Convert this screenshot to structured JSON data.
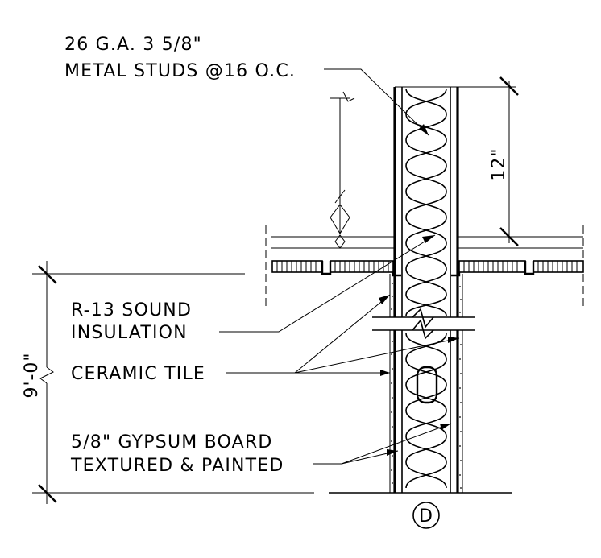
{
  "labels": {
    "metal_studs_line1": "26 G.A. 3 5/8\"",
    "metal_studs_line2": "METAL STUDS @16 O.C.",
    "insulation_line1": "R-13 SOUND",
    "insulation_line2": "INSULATION",
    "ceramic_tile": "CERAMIC TILE",
    "gypsum_line1": "5/8\" GYPSUM BOARD",
    "gypsum_line2": "TEXTURED & PAINTED"
  },
  "dimensions": {
    "upper": "12\"",
    "height": "9'-0\""
  },
  "tag": {
    "letter": "D"
  },
  "colors": {
    "line": "#000000",
    "background": "#ffffff"
  }
}
